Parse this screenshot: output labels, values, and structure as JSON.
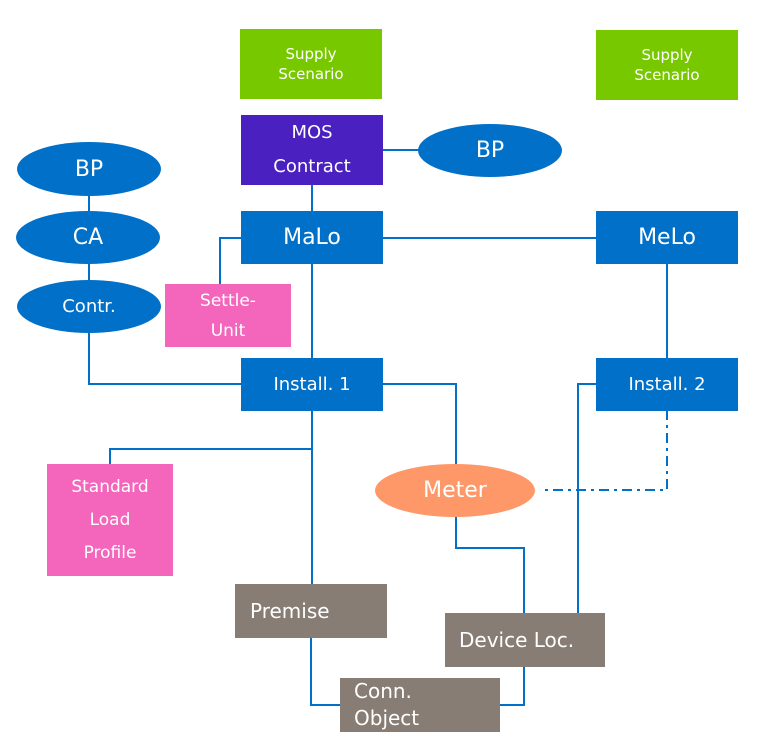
{
  "diagram": {
    "nodes": {
      "supply_scenario_1": "Supply\nScenario",
      "supply_scenario_2": "Supply\nScenario",
      "mos_contract": "MOS\nContract",
      "bp_right": "BP",
      "bp_left": "BP",
      "ca": "CA",
      "contr": "Contr.",
      "malo": "MaLo",
      "melo": "MeLo",
      "settle_unit": "Settle-\nUnit",
      "install_1": "Install. 1",
      "install_2": "Install. 2",
      "standard_load_profile": "Standard\nLoad\nProfile",
      "meter": "Meter",
      "premise": "Premise",
      "device_loc": "Device Loc.",
      "conn_object": "Conn.\nObject"
    },
    "edges": [
      {
        "from": "mos_contract",
        "to": "bp_right",
        "style": "solid"
      },
      {
        "from": "mos_contract",
        "to": "malo",
        "style": "solid"
      },
      {
        "from": "bp_left",
        "to": "ca",
        "style": "solid"
      },
      {
        "from": "ca",
        "to": "contr",
        "style": "solid"
      },
      {
        "from": "contr",
        "to": "install_1",
        "style": "solid"
      },
      {
        "from": "malo",
        "to": "settle_unit",
        "style": "solid"
      },
      {
        "from": "malo",
        "to": "melo",
        "style": "solid"
      },
      {
        "from": "malo",
        "to": "install_1",
        "style": "solid"
      },
      {
        "from": "melo",
        "to": "install_2",
        "style": "solid"
      },
      {
        "from": "install_1",
        "to": "meter",
        "style": "solid"
      },
      {
        "from": "install_1",
        "to": "standard_load_profile",
        "style": "solid"
      },
      {
        "from": "install_1",
        "to": "premise",
        "style": "solid"
      },
      {
        "from": "install_2",
        "to": "device_loc",
        "style": "solid"
      },
      {
        "from": "install_2",
        "to": "meter",
        "style": "dash-dot"
      },
      {
        "from": "meter",
        "to": "device_loc",
        "style": "solid"
      },
      {
        "from": "premise",
        "to": "conn_object",
        "style": "solid"
      },
      {
        "from": "device_loc",
        "to": "conn_object",
        "style": "solid"
      }
    ]
  }
}
